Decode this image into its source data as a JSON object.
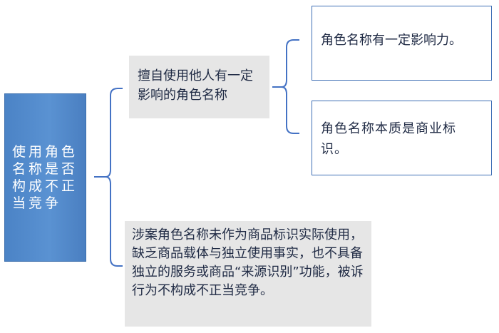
{
  "root": {
    "text": "使用角色名称是否构成不正当竞争"
  },
  "branch_upper": {
    "text": "擅自使用他人有一定影响的角色名称"
  },
  "leaf_1": {
    "text": "角色名称有一定影响力。"
  },
  "leaf_2": {
    "text": "角色名称本质是商业标识。"
  },
  "branch_lower": {
    "text": "涉案角色名称未作为商品标识实际使用，缺乏商品载体与独立使用事实，也不具备独立的服务或商品“来源识别”功能，被诉行为不构成不正当竞争。"
  },
  "colors": {
    "root_fill": "#4b83c6",
    "gray_fill": "#e6e6e6",
    "leaf_border": "#3f6fb5",
    "connector": "#4472c4"
  }
}
